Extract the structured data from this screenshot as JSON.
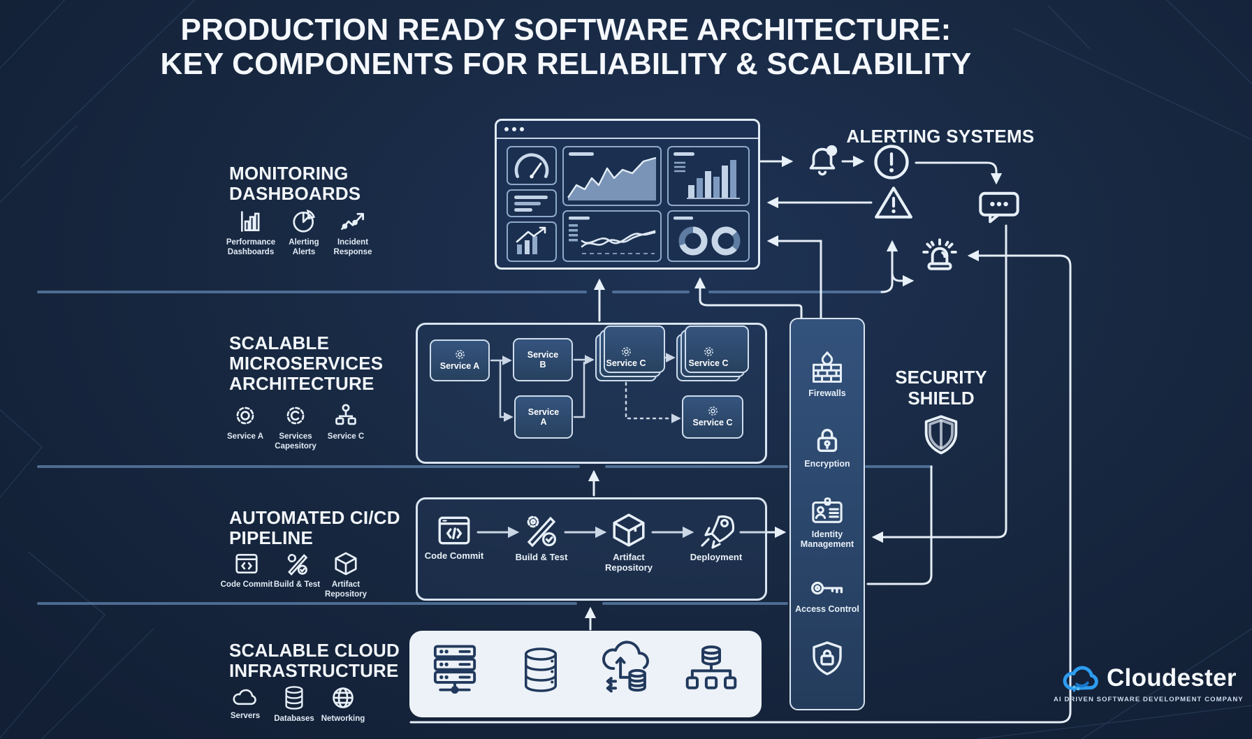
{
  "title": {
    "line1": "PRODUCTION READY SOFTWARE ARCHITECTURE:",
    "line2": "KEY COMPONENTS FOR RELIABILITY & SCALABILITY"
  },
  "left_sections": {
    "monitoring": {
      "heading": "MONITORING DASHBOARDS",
      "items": [
        {
          "label": "Performance Dashboards",
          "icon": "bar-chart-icon"
        },
        {
          "label": "Alerting Alerts",
          "icon": "pie-chart-icon"
        },
        {
          "label": "Incident Response",
          "icon": "trend-line-icon"
        }
      ]
    },
    "microservices": {
      "heading": "SCALABLE MICROSERVICES ARCHITECTURE",
      "items": [
        {
          "label": "Service A",
          "icon": "gear-icon"
        },
        {
          "label": "Services Capesitory",
          "icon": "gear-c-icon"
        },
        {
          "label": "Service C",
          "icon": "hierarchy-icon"
        }
      ]
    },
    "cicd": {
      "heading": "AUTOMATED CI/CD PIPELINE",
      "items": [
        {
          "label": "Code Commit",
          "icon": "code-window-icon"
        },
        {
          "label": "Build & Test",
          "icon": "build-tools-icon"
        },
        {
          "label": "Artifact Repository",
          "icon": "package-box-icon"
        }
      ]
    },
    "cloud": {
      "heading": "SCALABLE CLOUD INFRASTRUCTURE",
      "items": [
        {
          "label": "Servers",
          "icon": "cloud-icon"
        },
        {
          "label": "Databases",
          "icon": "database-icon"
        },
        {
          "label": "Networking",
          "icon": "globe-icon"
        }
      ]
    }
  },
  "dashboard_window": {
    "panels": [
      "gauge",
      "text-lines",
      "trend-bars",
      "area-chart",
      "multi-line-chart",
      "bar-chart",
      "donut-charts"
    ]
  },
  "microservices_diagram": {
    "boxes": [
      {
        "label": "Service A"
      },
      {
        "label": "Service B"
      },
      {
        "label": "Service A"
      },
      {
        "label": "Service C"
      },
      {
        "label": "Service C"
      },
      {
        "label": "Service C"
      }
    ]
  },
  "pipeline": {
    "steps": [
      {
        "label": "Code Commit",
        "icon": "code-window-icon"
      },
      {
        "label": "Build & Test",
        "icon": "build-tools-icon"
      },
      {
        "label": "Artifact Repository",
        "icon": "package-box-icon"
      },
      {
        "label": "Deployment",
        "icon": "rocket-icon"
      }
    ]
  },
  "alerting": {
    "heading": "ALERTING SYSTEMS",
    "icons": [
      "bell-icon",
      "exclamation-circle-icon",
      "warning-triangle-icon",
      "chat-bubble-icon",
      "siren-icon"
    ]
  },
  "security_shield": {
    "heading": "SECURITY SHIELD",
    "icon": "shield-icon"
  },
  "security_column": {
    "items": [
      {
        "label": "Firewalls",
        "icon": "firewall-icon"
      },
      {
        "label": "Encryption",
        "icon": "padlock-icon"
      },
      {
        "label": "Identity Management",
        "icon": "id-card-icon"
      },
      {
        "label": "Access Control",
        "icon": "key-icon"
      }
    ],
    "footer_icon": "shield-lock-icon"
  },
  "cloud_panel": {
    "icons": [
      "server-rack-icon",
      "database-icon",
      "cloud-sync-icon",
      "distributed-nodes-icon"
    ]
  },
  "logo": {
    "name": "Cloudester",
    "tagline": "AI DRIVEN SOFTWARE DEVELOPMENT COMPANY"
  },
  "colors": {
    "background": "#17273F",
    "panel_border": "#D9E4F0",
    "box_fill": "#2E4C74",
    "divider_line": "#5B7EA8",
    "connector_line": "#E5EDF6",
    "white_panel": "#EDF2F8",
    "logo_blue": "#2D9DF0"
  }
}
